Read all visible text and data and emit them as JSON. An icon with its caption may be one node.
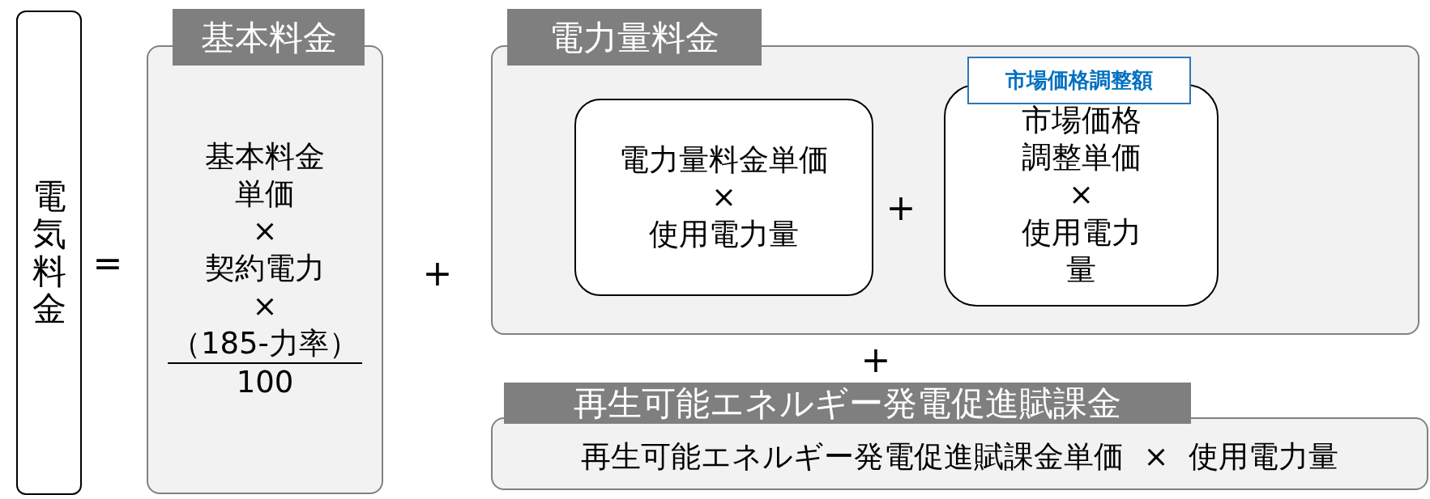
{
  "diagram": {
    "nodes": [
      {
        "text": [
          "電気料金"
        ]
      },
      {
        "text": [
          "基本料金",
          "基本料金単価",
          "×",
          "契約電力",
          "×",
          "（185-力率）",
          "100"
        ]
      },
      {
        "text": [
          "電力量料金"
        ]
      },
      {
        "text": [
          "電力量料金単価",
          "×",
          "使用電力量"
        ],
        "in": 2
      },
      {
        "text": [
          "市場価格調整額",
          "市場価格調整単価",
          "×",
          "使用電力量"
        ],
        "in": 2
      },
      {
        "text": [
          "再生可能エネルギー発電促進賦課金",
          "再生可能エネルギー発電促進賦課金単価",
          "×",
          "使用電力量"
        ]
      }
    ],
    "labels": [
      "=",
      "+",
      "+",
      "+"
    ]
  }
}
